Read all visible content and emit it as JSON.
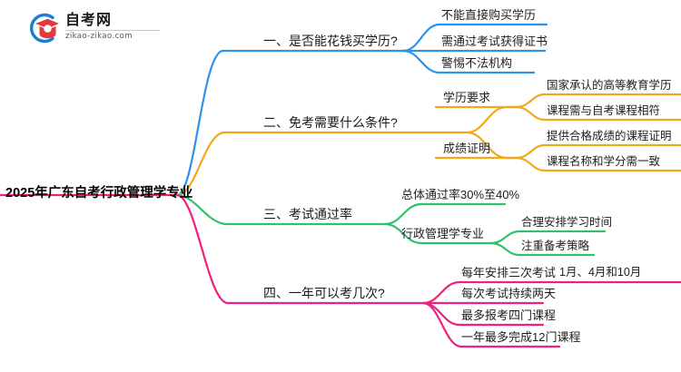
{
  "logo": {
    "name_cn": "自考网",
    "name_en": "zikao-zikao.com",
    "mark_blue": "#1a7ed6",
    "mark_red": "#e03a3e"
  },
  "colors": {
    "branch1": "#2a93eb",
    "branch2": "#f2a81d",
    "branch3": "#2dc26b",
    "branch4": "#f0207e",
    "text": "#1d1d1d"
  },
  "mindmap": {
    "root": "2025年广东自考行政管理学专业",
    "branches": [
      {
        "label": "一、是否能花钱买学历?",
        "color": "#2a93eb",
        "children": [
          {
            "label": "不能直接购买学历",
            "children": []
          },
          {
            "label": "需通过考试获得证书",
            "children": []
          },
          {
            "label": "警惕不法机构",
            "children": []
          }
        ]
      },
      {
        "label": "二、免考需要什么条件?",
        "color": "#f2a81d",
        "children": [
          {
            "label": "学历要求",
            "children": [
              {
                "label": "国家承认的高等教育学历"
              },
              {
                "label": "课程需与自考课程相符"
              }
            ]
          },
          {
            "label": "成绩证明",
            "children": [
              {
                "label": "提供合格成绩的课程证明"
              },
              {
                "label": "课程名称和学分需一致"
              }
            ]
          }
        ]
      },
      {
        "label": "三、考试通过率",
        "color": "#2dc26b",
        "children": [
          {
            "label": "总体通过率30%至40%",
            "children": []
          },
          {
            "label": "行政管理学专业",
            "children": [
              {
                "label": "合理安排学习时间"
              },
              {
                "label": "注重备考策略"
              }
            ]
          }
        ]
      },
      {
        "label": "四、一年可以考几次?",
        "color": "#f0207e",
        "children": [
          {
            "label": "每年安排三次考试",
            "children": [
              {
                "label": "1月、4月和10月"
              }
            ]
          },
          {
            "label": "每次考试持续两天",
            "children": []
          },
          {
            "label": "最多报考四门课程",
            "children": []
          },
          {
            "label": "一年最多完成12门课程",
            "children": []
          }
        ]
      }
    ]
  }
}
